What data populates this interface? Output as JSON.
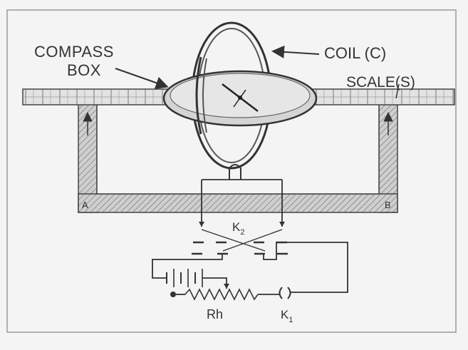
{
  "labels": {
    "compass_line1": "COMPASS",
    "compass_line2": "BOX",
    "coil": "COIL (C)",
    "scale": "SCALE(S)",
    "k2_main": "K",
    "k2_sub": "2",
    "rh": "Rh",
    "k1_main": "K",
    "k1_sub": "1",
    "corner_a": "A",
    "corner_b": "B"
  },
  "colors": {
    "background": "#f4f4f4",
    "ink": "#333333",
    "ink_soft": "#5a5a5a",
    "scale_fill": "#e0e0e0",
    "compass_fill": "#d2d2d2",
    "wood_fill": "#c8c8c8"
  }
}
